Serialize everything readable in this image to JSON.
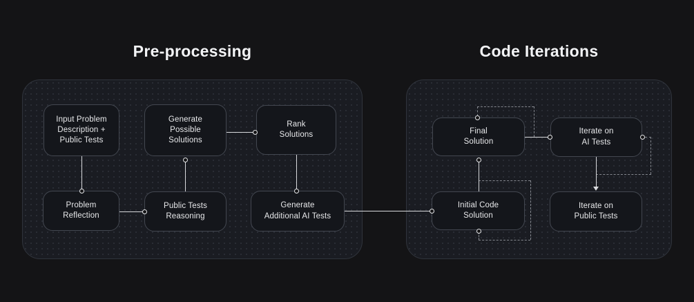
{
  "sections": [
    {
      "id": "pre-processing",
      "title": "Pre-processing",
      "nodes": [
        {
          "id": "input-problem",
          "label": "Input Problem\nDescription +\nPublic Tests"
        },
        {
          "id": "generate-possible-solutions",
          "label": "Generate\nPossible\nSolutions"
        },
        {
          "id": "rank-solutions",
          "label": "Rank\nSolutions"
        },
        {
          "id": "problem-reflection",
          "label": "Problem\nReflection"
        },
        {
          "id": "public-tests-reasoning",
          "label": "Public Tests\nReasoning"
        },
        {
          "id": "generate-additional-ai-tests",
          "label": "Generate\nAdditional AI Tests"
        }
      ]
    },
    {
      "id": "code-iterations",
      "title": "Code Iterations",
      "nodes": [
        {
          "id": "final-solution",
          "label": "Final\nSolution"
        },
        {
          "id": "iterate-on-ai-tests",
          "label": "Iterate on\nAI Tests"
        },
        {
          "id": "initial-code-solution",
          "label": "Initial Code\nSolution"
        },
        {
          "id": "iterate-on-public-tests",
          "label": "Iterate on\nPublic Tests"
        }
      ]
    }
  ],
  "edges": [
    {
      "from": "input-problem",
      "to": "problem-reflection",
      "style": "solid",
      "marker": "circle"
    },
    {
      "from": "problem-reflection",
      "to": "public-tests-reasoning",
      "style": "solid",
      "marker": "circle"
    },
    {
      "from": "public-tests-reasoning",
      "to": "generate-possible-solutions",
      "style": "solid",
      "marker": "circle"
    },
    {
      "from": "generate-possible-solutions",
      "to": "rank-solutions",
      "style": "solid",
      "marker": "circle"
    },
    {
      "from": "rank-solutions",
      "to": "generate-additional-ai-tests",
      "style": "solid",
      "marker": "circle"
    },
    {
      "from": "generate-additional-ai-tests",
      "to": "initial-code-solution",
      "style": "solid",
      "marker": "circle"
    },
    {
      "from": "initial-code-solution",
      "to": "final-solution",
      "style": "solid",
      "marker": "circle"
    },
    {
      "from": "final-solution",
      "to": "iterate-on-ai-tests",
      "style": "solid",
      "marker": "circle"
    },
    {
      "from": "iterate-on-ai-tests",
      "to": "iterate-on-public-tests",
      "style": "solid",
      "marker": "arrow"
    },
    {
      "from": "iterate-on-ai-tests",
      "to": "final-solution",
      "style": "dashed",
      "marker": "circle",
      "route": "over-top"
    },
    {
      "from": "iterate-on-public-tests",
      "to": "iterate-on-ai-tests",
      "style": "dashed",
      "marker": "circle",
      "route": "right-loop"
    },
    {
      "from": "initial-code-solution",
      "to": "initial-code-solution",
      "style": "dashed",
      "marker": "circle",
      "route": "bottom-right-loop"
    }
  ],
  "colors": {
    "background": "#141416",
    "panel_fill": "#1a1c22",
    "panel_border": "#30343c",
    "node_fill": "#14161b",
    "node_border": "#434750",
    "title_text": "#f3f4f6",
    "node_text": "#e8e9eb",
    "line_solid": "#d9dadd",
    "line_dashed": "#85888f"
  }
}
